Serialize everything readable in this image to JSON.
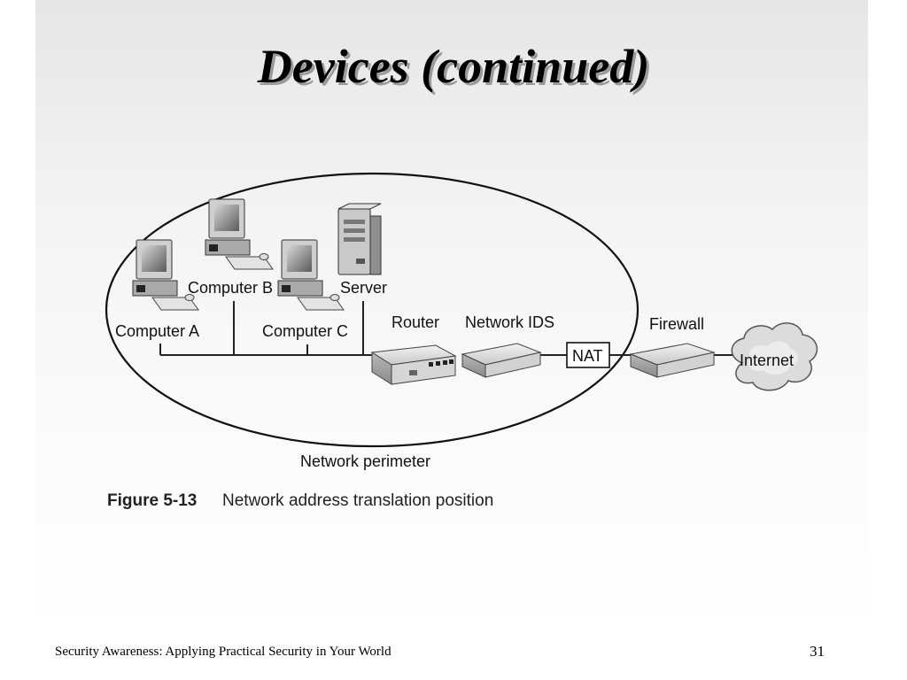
{
  "slide": {
    "title": "Devices (continued)",
    "footer": "Security Awareness: Applying Practical Security in Your World",
    "page_number": "31"
  },
  "diagram": {
    "nodes": {
      "computer_a": "Computer A",
      "computer_b": "Computer B",
      "computer_c": "Computer C",
      "server": "Server",
      "router": "Router",
      "network_ids": "Network IDS",
      "nat": "NAT",
      "firewall": "Firewall",
      "internet": "Internet"
    },
    "perimeter_label": "Network perimeter",
    "figure_number": "Figure 5-13",
    "figure_caption": "Network address translation position"
  }
}
